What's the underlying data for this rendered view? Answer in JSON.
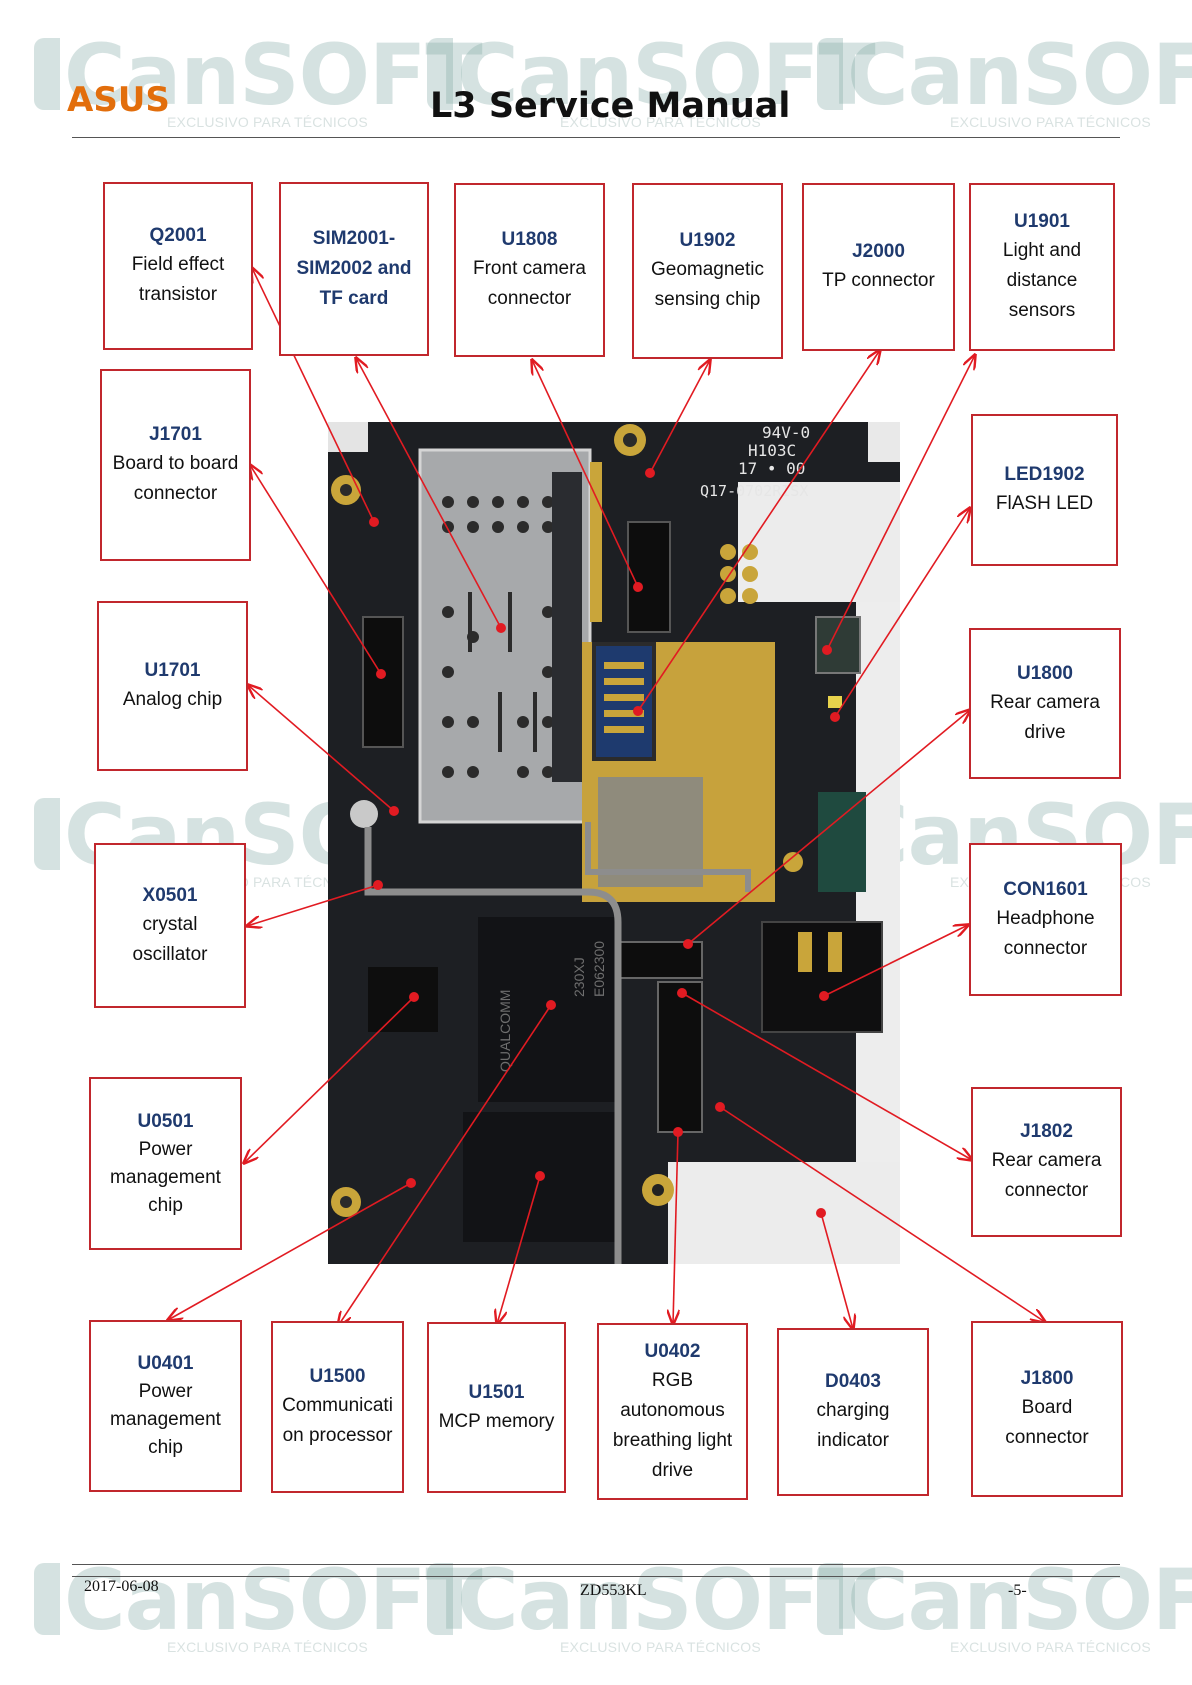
{
  "header": {
    "brand": "ASUS",
    "title": "L3 Service Manual"
  },
  "watermark": {
    "text": "CanSOFT",
    "subtext": "EXCLUSIVO PARA TÉCNICOS"
  },
  "board": {
    "silkscreen": [
      "94V-0",
      "H103C",
      "17 • 00",
      "Q17-0702RISX"
    ],
    "chip_marks": [
      "QUALCOMM",
      "230XJ",
      "E062300"
    ]
  },
  "callouts": [
    {
      "id": "q2001",
      "code": "Q2001",
      "desc": "Field effect\ntransistor"
    },
    {
      "id": "sim2001",
      "code": "SIM2001-\nSIM2002 and\nTF card",
      "desc": ""
    },
    {
      "id": "u1808",
      "code": "U1808",
      "desc": "Front camera\nconnector"
    },
    {
      "id": "u1902",
      "code": "U1902",
      "desc": "Geomagnetic\nsensing chip"
    },
    {
      "id": "j2000",
      "code": "J2000",
      "desc": "TP connector"
    },
    {
      "id": "u1901",
      "code": "U1901",
      "desc": "Light and\ndistance\nsensors"
    },
    {
      "id": "j1701",
      "code": "J1701",
      "desc": "Board to board\nconnector"
    },
    {
      "id": "led1902",
      "code": "LED1902",
      "desc": "FlASH LED"
    },
    {
      "id": "u1701",
      "code": "U1701",
      "desc": "Analog chip"
    },
    {
      "id": "u1800",
      "code": "U1800",
      "desc": "Rear camera\ndrive"
    },
    {
      "id": "x0501",
      "code": "X0501",
      "desc": "crystal\noscillator"
    },
    {
      "id": "con1601",
      "code": "CON1601",
      "desc": "Headphone\nconnector"
    },
    {
      "id": "u0501",
      "code": "U0501",
      "desc": "Power\nmanagement\nchip"
    },
    {
      "id": "j1802",
      "code": "J1802",
      "desc": "Rear camera\nconnector"
    },
    {
      "id": "u0401",
      "code": "U0401",
      "desc": "Power\nmanagement\nchip"
    },
    {
      "id": "u1500",
      "code": "U1500",
      "desc": "Communicati\non processor"
    },
    {
      "id": "u1501",
      "code": "U1501",
      "desc": "MCP memory"
    },
    {
      "id": "u0402",
      "code": "U0402",
      "desc": "RGB\nautonomous\nbreathing light\ndrive"
    },
    {
      "id": "d0403",
      "code": "D0403",
      "desc": "charging\nindicator"
    },
    {
      "id": "j1800",
      "code": "J1800",
      "desc": "Board\nconnector"
    }
  ],
  "footer": {
    "date": "2017-06-08",
    "model": "ZD553KL",
    "page": "-5-"
  },
  "colors": {
    "accent_red": "#c1272d",
    "code_blue": "#1f3a6e",
    "brand_orange": "#e26e0c"
  }
}
